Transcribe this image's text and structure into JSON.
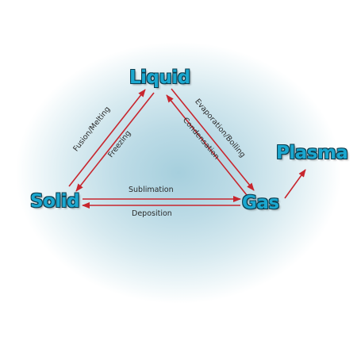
{
  "states": {
    "liquid": "Liquid",
    "solid": "Solid",
    "gas": "Gas",
    "plasma": "Plasma"
  },
  "transitions": {
    "fusion": "Fusion/Melting",
    "freezing": "Freezing",
    "evaporation": "Evaporation/Boiling",
    "condensation": "Condensation",
    "sublimation": "Sublimation",
    "deposition": "Deposition"
  },
  "colors": {
    "state_text": "#1aa7cf",
    "state_outline": "#0d3c4d",
    "arrow": "#c8262e",
    "background_glow": "#a6cfdd"
  }
}
